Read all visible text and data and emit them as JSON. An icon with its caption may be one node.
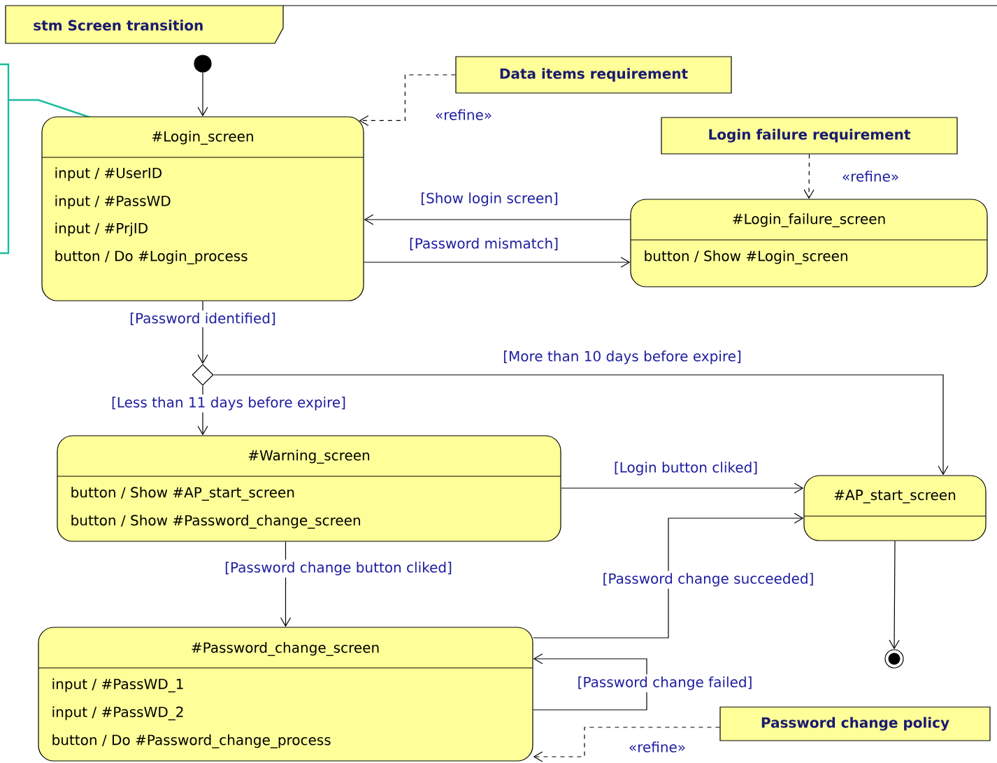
{
  "diagram": {
    "title": "stm Screen transition",
    "nodes": [
      {
        "text": [],
        "shape": "circle"
      },
      {
        "text": [
          "#Login_screen",
          "input / #UserID",
          "input / #PassWD",
          "input / #PrjID",
          "button / Do #Login_process"
        ]
      },
      {
        "text": [
          "Data items requirement"
        ]
      },
      {
        "text": [
          "Login failure requirement"
        ]
      },
      {
        "text": [
          "#Login_failure_screen",
          "button / Show #Login_screen"
        ]
      },
      {
        "text": [],
        "shape": "diamond"
      },
      {
        "text": [
          "#Warning_screen",
          "button / Show #AP_start_screen",
          "button / Show #Password_change_screen"
        ]
      },
      {
        "text": [
          "#AP_start_screen"
        ]
      },
      {
        "text": [
          "#Password_change_screen",
          "input / #PassWD_1",
          "input / #PassWD_2",
          "button / Do #Password_change_process"
        ]
      },
      {
        "text": [],
        "shape": "circle"
      },
      {
        "text": [
          "Password change policy"
        ]
      }
    ],
    "edges": [
      {
        "from": 0,
        "to": 1,
        "arrow": "to"
      },
      {
        "from": 2,
        "to": 1,
        "arrow": "to",
        "style": "dashed",
        "label": "«refine»"
      },
      {
        "from": 3,
        "to": 4,
        "arrow": "to",
        "style": "dashed",
        "label": "«refine»"
      },
      {
        "from": 4,
        "to": 1,
        "arrow": "to",
        "label": "[Show login screen]"
      },
      {
        "from": 1,
        "to": 4,
        "arrow": "to",
        "label": "[Password mismatch]"
      },
      {
        "from": 1,
        "to": 5,
        "arrow": "to",
        "label": "[Password identified]"
      },
      {
        "from": 5,
        "to": 7,
        "arrow": "to",
        "label": "[More than 10 days before expire]"
      },
      {
        "from": 5,
        "to": 6,
        "arrow": "to",
        "label": "[Less than 11 days before expire]"
      },
      {
        "from": 6,
        "to": 7,
        "arrow": "to",
        "label": "[Login button cliked]"
      },
      {
        "from": 6,
        "to": 8,
        "arrow": "to",
        "label": "[Password change button cliked]"
      },
      {
        "from": 8,
        "to": 7,
        "arrow": "to",
        "label": "[Password change succeeded]"
      },
      {
        "from": 8,
        "to": 8,
        "arrow": "to",
        "label": "[Password change failed]"
      },
      {
        "from": 7,
        "to": 9,
        "arrow": "to"
      },
      {
        "from": 10,
        "to": 8,
        "arrow": "to",
        "style": "dashed",
        "label": "«refine»"
      }
    ]
  }
}
